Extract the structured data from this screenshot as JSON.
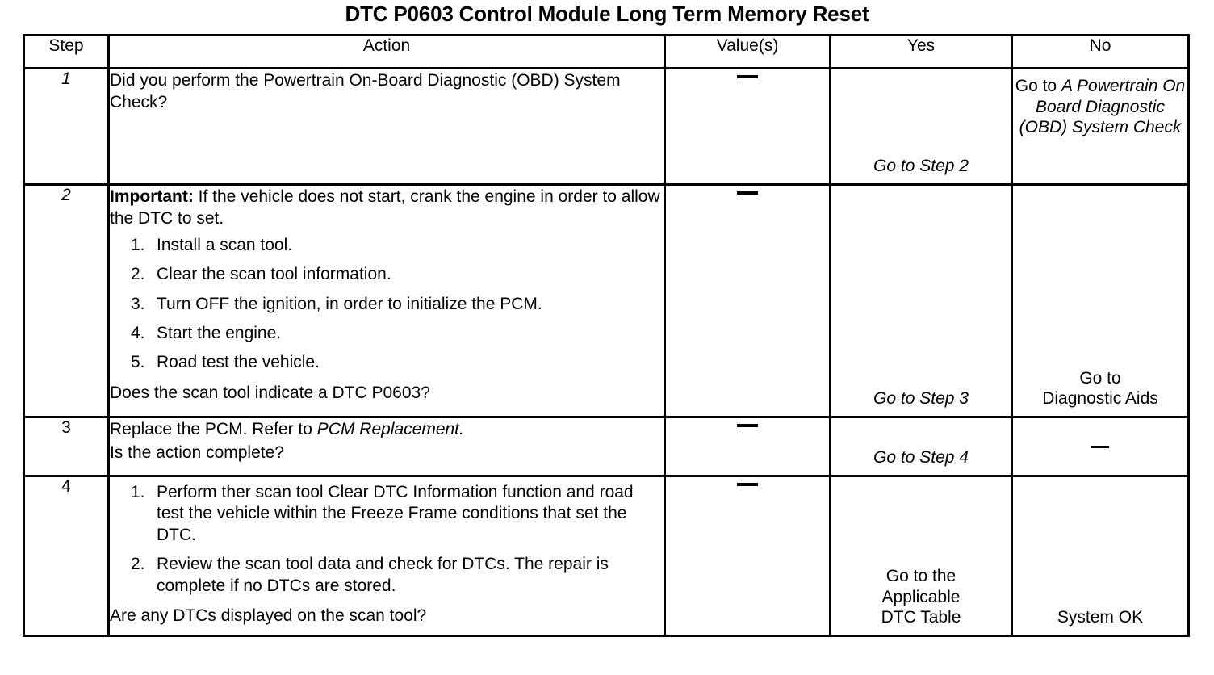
{
  "document": {
    "title": "DTC P0603 Control Module Long Term Memory Reset"
  },
  "table": {
    "headers": {
      "step": "Step",
      "action": "Action",
      "values": "Value(s)",
      "yes": "Yes",
      "no": "No"
    },
    "rows": [
      {
        "step": "1",
        "step_italic": true,
        "action_lines": [
          "Did you perform the Powertrain On-Board Diagnostic (OBD) System Check?"
        ],
        "value": "—",
        "yes": {
          "prefix": "",
          "italic_text": "Go to Step 2"
        },
        "no": {
          "prefix": "Go to ",
          "italic_text": "A Powertrain On Board Diagnostic (OBD) System Check"
        }
      },
      {
        "step": "2",
        "step_italic": true,
        "important_label": "Important:",
        "important_text": " If the vehicle does not start, crank the engine in order to allow the DTC to set.",
        "list": [
          {
            "num": "1.",
            "text": "Install a scan tool."
          },
          {
            "num": "2.",
            "text": "Clear the scan tool information."
          },
          {
            "num": "3.",
            "text": "Turn OFF the ignition, in order to initialize the PCM."
          },
          {
            "num": "4.",
            "text": "Start the engine."
          },
          {
            "num": "5.",
            "text": "Road test the vehicle."
          }
        ],
        "question": "Does the scan tool indicate a DTC P0603?",
        "value": "—",
        "yes": {
          "italic_text": "Go to Step 3"
        },
        "no": {
          "line1": "Go to",
          "line2": "Diagnostic Aids"
        }
      },
      {
        "step": "3",
        "step_italic": false,
        "action_prefix": "Replace the PCM. Refer to ",
        "action_italic": "PCM Replacement.",
        "question": "Is the action complete?",
        "value": "—",
        "yes": {
          "italic_text": "Go to Step 4"
        },
        "no": {
          "dash": "—"
        }
      },
      {
        "step": "4",
        "step_italic": false,
        "list": [
          {
            "num": "1.",
            "text": "Perform ther scan tool Clear DTC Information function and road test the vehicle within the Freeze Frame conditions that set the DTC."
          },
          {
            "num": "2.",
            "text": "Review the scan tool data and check for DTCs. The repair is complete if no DTCs are stored."
          }
        ],
        "question": "Are any DTCs displayed on the scan tool?",
        "value": "—",
        "yes": {
          "line1": "Go to the",
          "line2": "Applicable",
          "line3": "DTC Table"
        },
        "no": {
          "line1": "System OK"
        }
      }
    ]
  }
}
